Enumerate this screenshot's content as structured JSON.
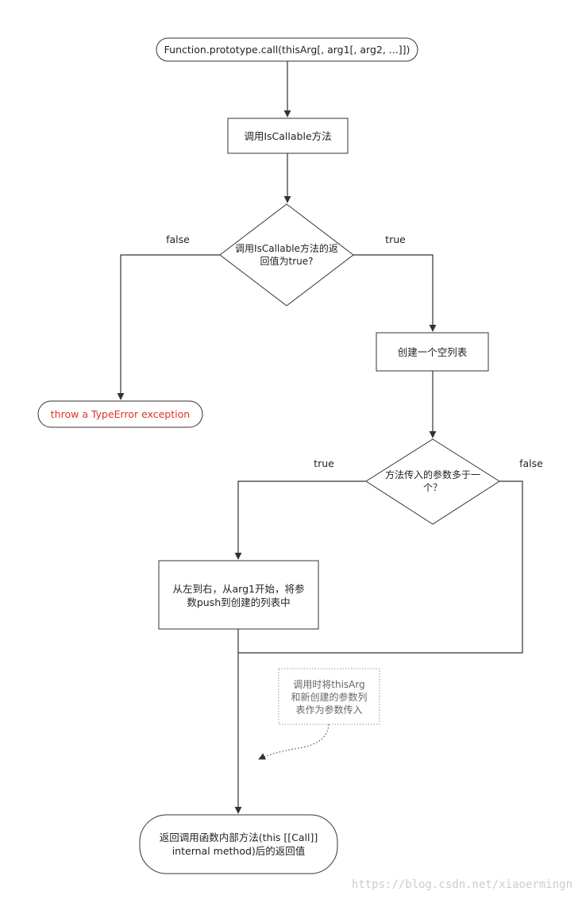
{
  "nodes": {
    "start": {
      "text": "Function.prototype.call(thisArg[, arg1[, arg2, ...]])"
    },
    "is_callable": {
      "text": "调用IsCallable方法"
    },
    "decision1": {
      "line1": "调用IsCallable方法的返",
      "line2": "回值为true?"
    },
    "throw": {
      "text": "throw a TypeError exception"
    },
    "empty_list": {
      "text": "创建一个空列表"
    },
    "decision2": {
      "line1": "方法传入的参数多于一",
      "line2": "个？"
    },
    "push_args": {
      "line1": "从左到右，从arg1开始，将参",
      "line2": "数push到创建的列表中"
    },
    "return": {
      "line1": "返回调用函数内部方法(this  [[Call]]",
      "line2": "internal method)后的返回值"
    }
  },
  "edge_labels": {
    "d1_false": "false",
    "d1_true": "true",
    "d2_true": "true",
    "d2_false": "false"
  },
  "annotation": {
    "line1": "调用时将thisArg",
    "line2": "和新创建的参数列",
    "line3": "表作为参数传入"
  },
  "watermark": "https://blog.csdn.net/xiaoermingn",
  "colors": {
    "stroke": "#333333",
    "error_text": "#e0322a",
    "annotation_text": "#666666",
    "annotation_border": "#999999",
    "watermark": "#d0d0d0"
  }
}
